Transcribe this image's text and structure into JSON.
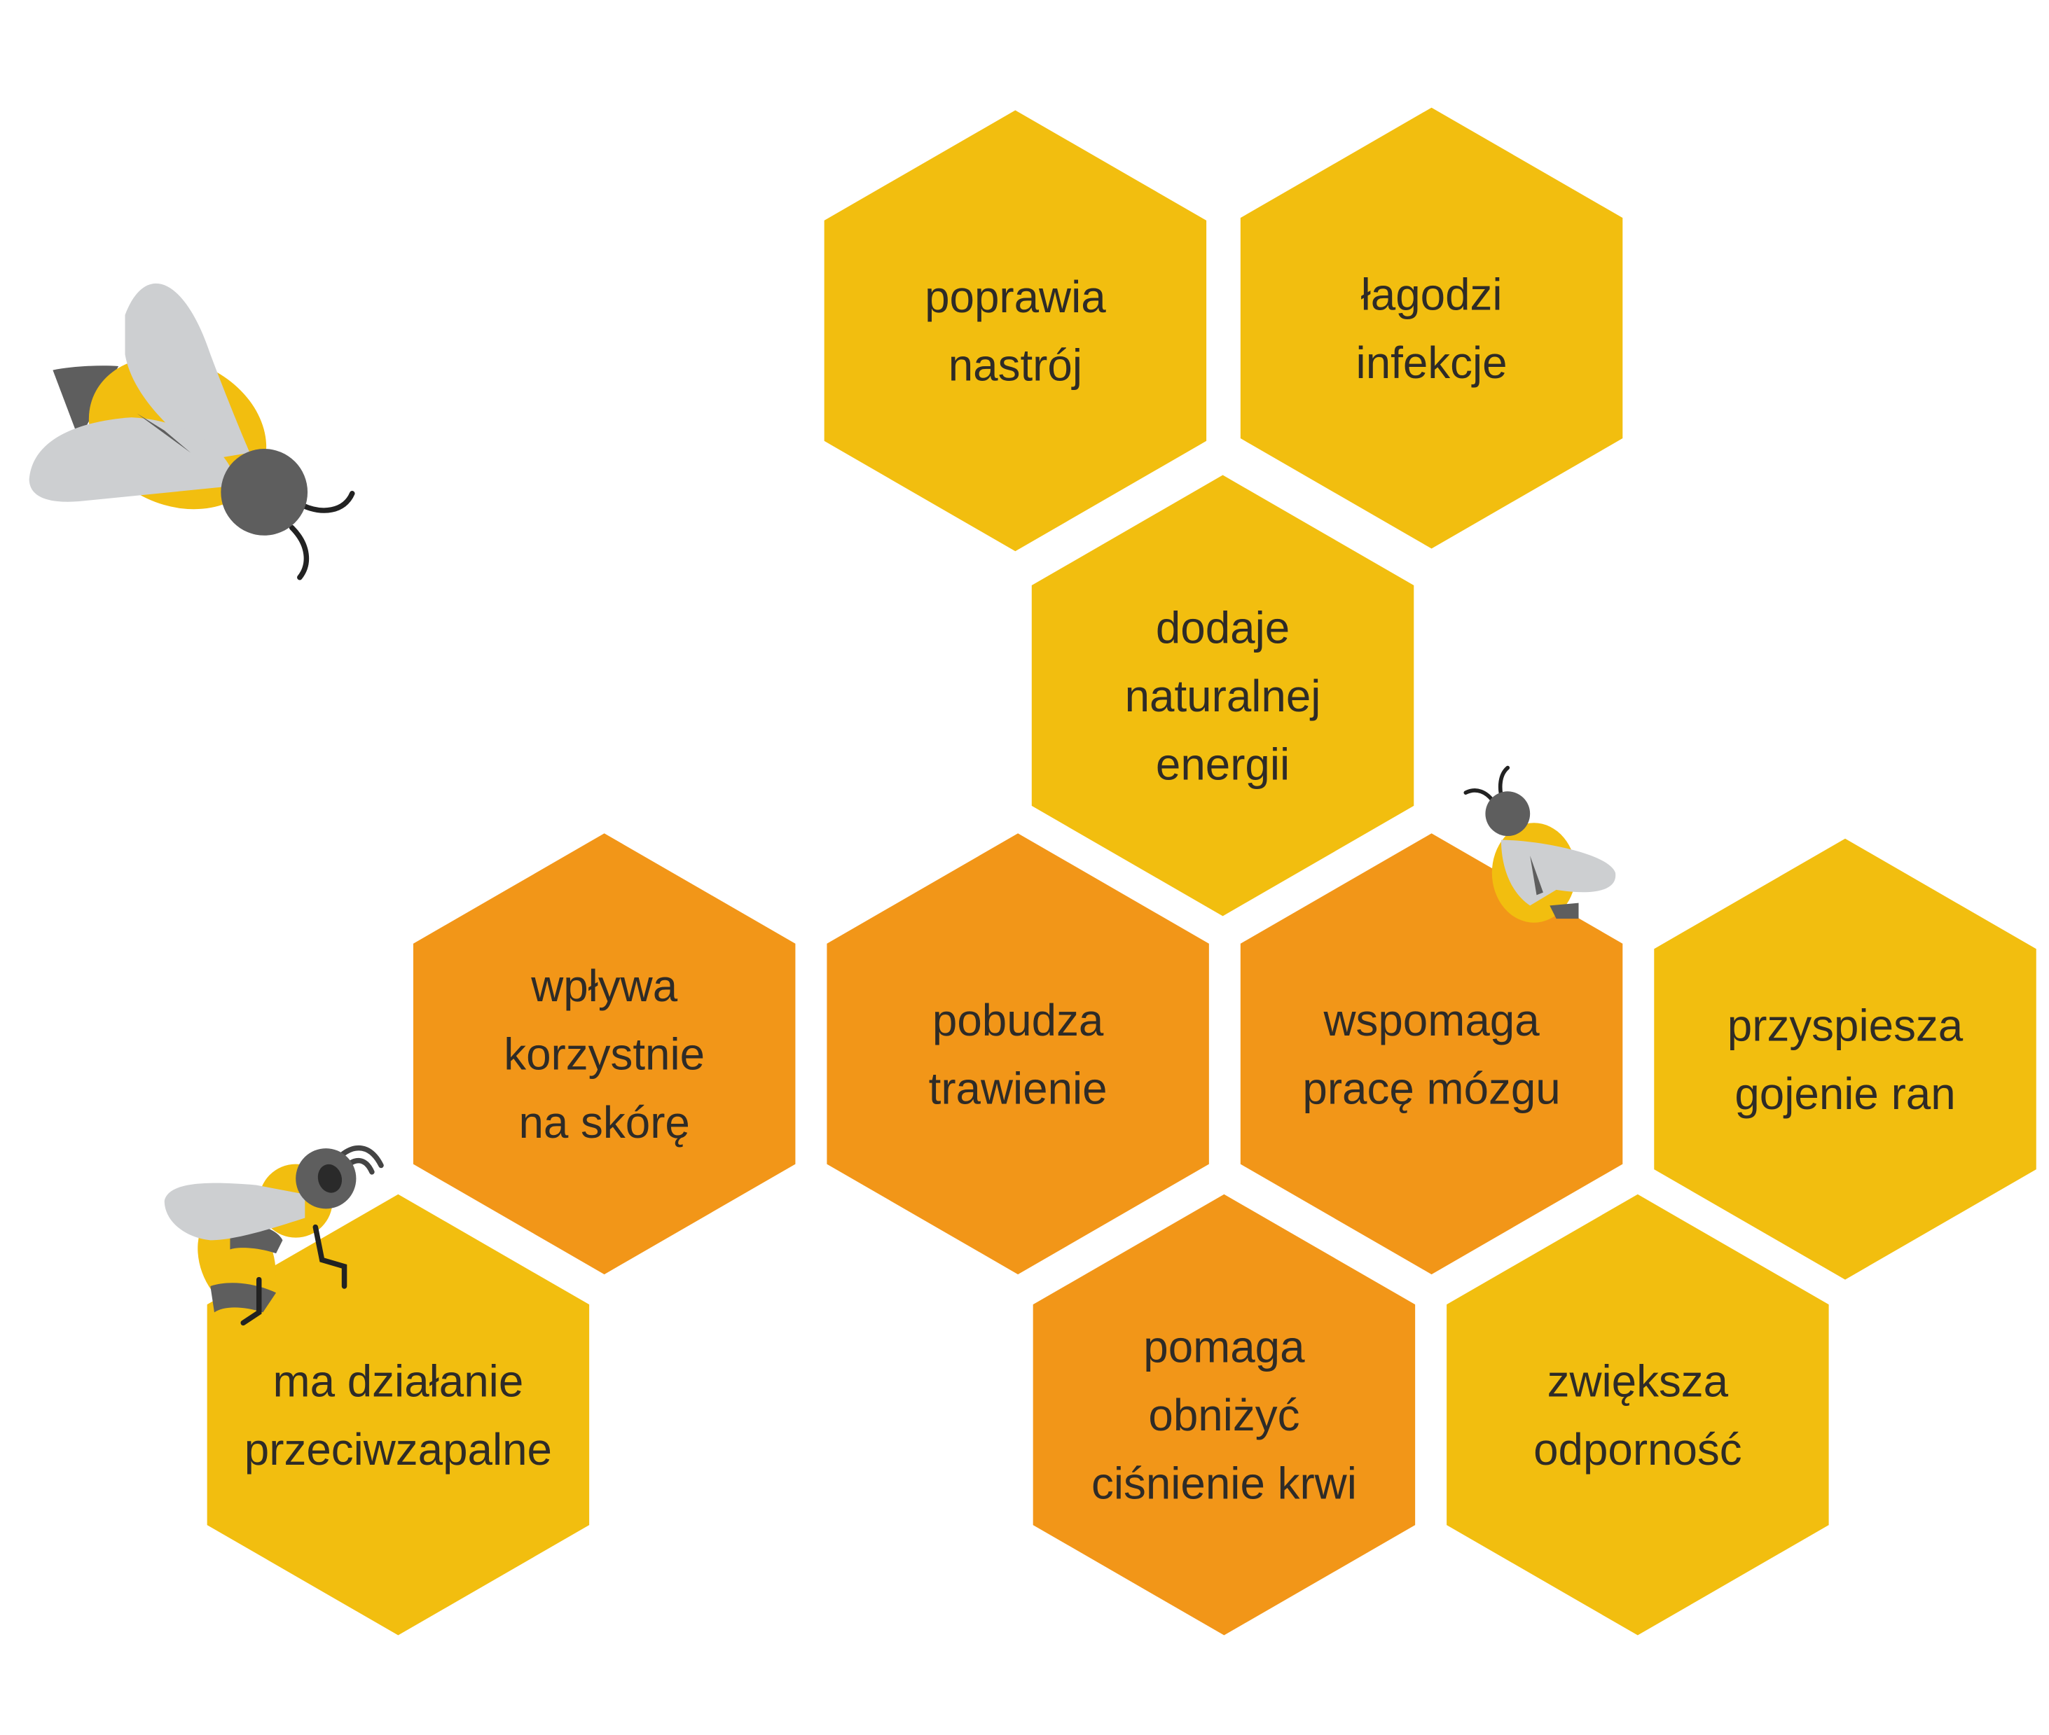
{
  "colors": {
    "yellow": "#F2BE0F",
    "orange": "#F29618",
    "text": "#2E2B27",
    "wing": "#CDCFD1",
    "bee_dark": "#5E5E5E",
    "leg": "#222222",
    "background": "#FFFFFF"
  },
  "cells": [
    {
      "id": "mood",
      "color": "yellow",
      "lines": [
        "poprawia",
        "nastrój"
      ]
    },
    {
      "id": "infections",
      "color": "yellow",
      "lines": [
        "łagodzi",
        "infekcje"
      ]
    },
    {
      "id": "energy",
      "color": "yellow",
      "lines": [
        "dodaje",
        "naturalnej",
        "energii"
      ]
    },
    {
      "id": "skin",
      "color": "orange",
      "lines": [
        "wpływa",
        "korzystnie",
        "na skórę"
      ]
    },
    {
      "id": "digestion",
      "color": "orange",
      "lines": [
        "pobudza",
        "trawienie"
      ]
    },
    {
      "id": "brain",
      "color": "orange",
      "lines": [
        "wspomaga",
        "pracę mózgu"
      ]
    },
    {
      "id": "wounds",
      "color": "yellow",
      "lines": [
        "przyspiesza",
        "gojenie ran"
      ]
    },
    {
      "id": "anti-inflammatory",
      "color": "yellow",
      "lines": [
        "ma działanie",
        "przeciwzapalne"
      ]
    },
    {
      "id": "blood-pressure",
      "color": "orange",
      "lines": [
        "pomaga",
        "obniżyć",
        "ciśnienie krwi"
      ]
    },
    {
      "id": "immunity",
      "color": "yellow",
      "lines": [
        "zwiększa",
        "odporność"
      ]
    }
  ],
  "decorations": [
    "bee-icon-flying",
    "bee-icon-small",
    "bee-icon-perched"
  ]
}
